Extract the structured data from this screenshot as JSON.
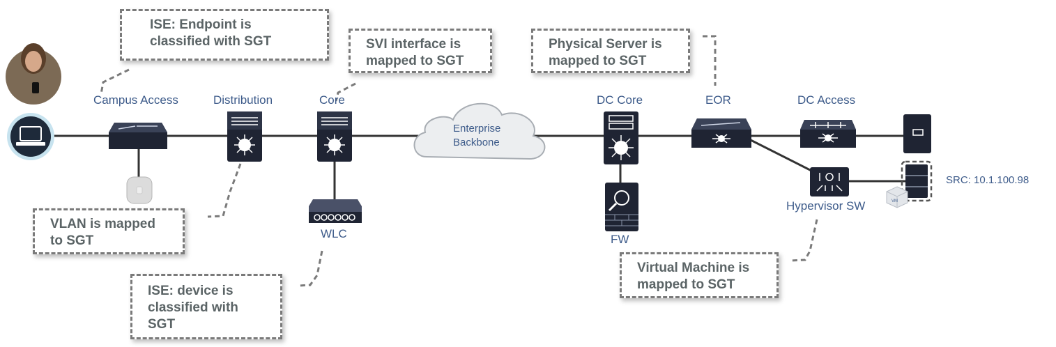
{
  "callouts": {
    "ise_endpoint": [
      "ISE: Endpoint is",
      "classified with SGT"
    ],
    "svi": [
      "SVI interface is",
      "mapped to SGT"
    ],
    "physical_server": [
      "Physical Server is",
      "mapped to SGT"
    ],
    "vlan": [
      "VLAN is mapped",
      "to SGT"
    ],
    "ise_device": [
      "ISE: device is",
      "classified with",
      "SGT"
    ],
    "virtual_machine": [
      "Virtual Machine is",
      "mapped to SGT"
    ]
  },
  "nodes": {
    "campus_access": "Campus Access",
    "distribution": "Distribution",
    "core": "Core",
    "cloud": [
      "Enterprise",
      "Backbone"
    ],
    "dc_core": "DC Core",
    "eor": "EOR",
    "dc_access": "DC Access",
    "wlc": "WLC",
    "fw": "FW",
    "hypervisor_sw": "Hypervisor SW",
    "vm_badge": "VM"
  },
  "src_label": "SRC: 10.1.100.98",
  "colors": {
    "device": "#1f2433",
    "label": "#3d5b8a",
    "callout_text": "#5b6466",
    "callout_border": "#7a7a7a"
  }
}
